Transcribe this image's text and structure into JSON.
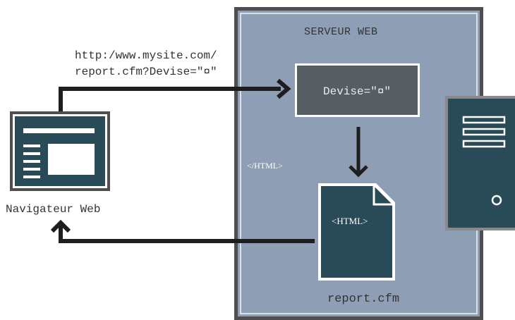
{
  "server": {
    "title": "SERVEUR WEB"
  },
  "request": {
    "url_line_1": "http:/www.mysite.com/",
    "url_line_2": "report.cfm?Devise=\"¤\""
  },
  "parameter": {
    "label": "Devise=\"¤\""
  },
  "html_tags": {
    "opening": "<HTML>",
    "closing": "</HTML>"
  },
  "browser": {
    "label": "Navigateur Web"
  },
  "template_file": {
    "label": "report.cfm"
  },
  "colors": {
    "server_fill": "#8e9fb5",
    "server_border": "#4e4e4e",
    "dark_teal": "#294a57",
    "param_box": "#565e64",
    "arrow": "#1e1e1e"
  },
  "icons": {
    "browser": "browser-window-icon",
    "document": "html-document-icon",
    "server": "server-tower-icon"
  }
}
